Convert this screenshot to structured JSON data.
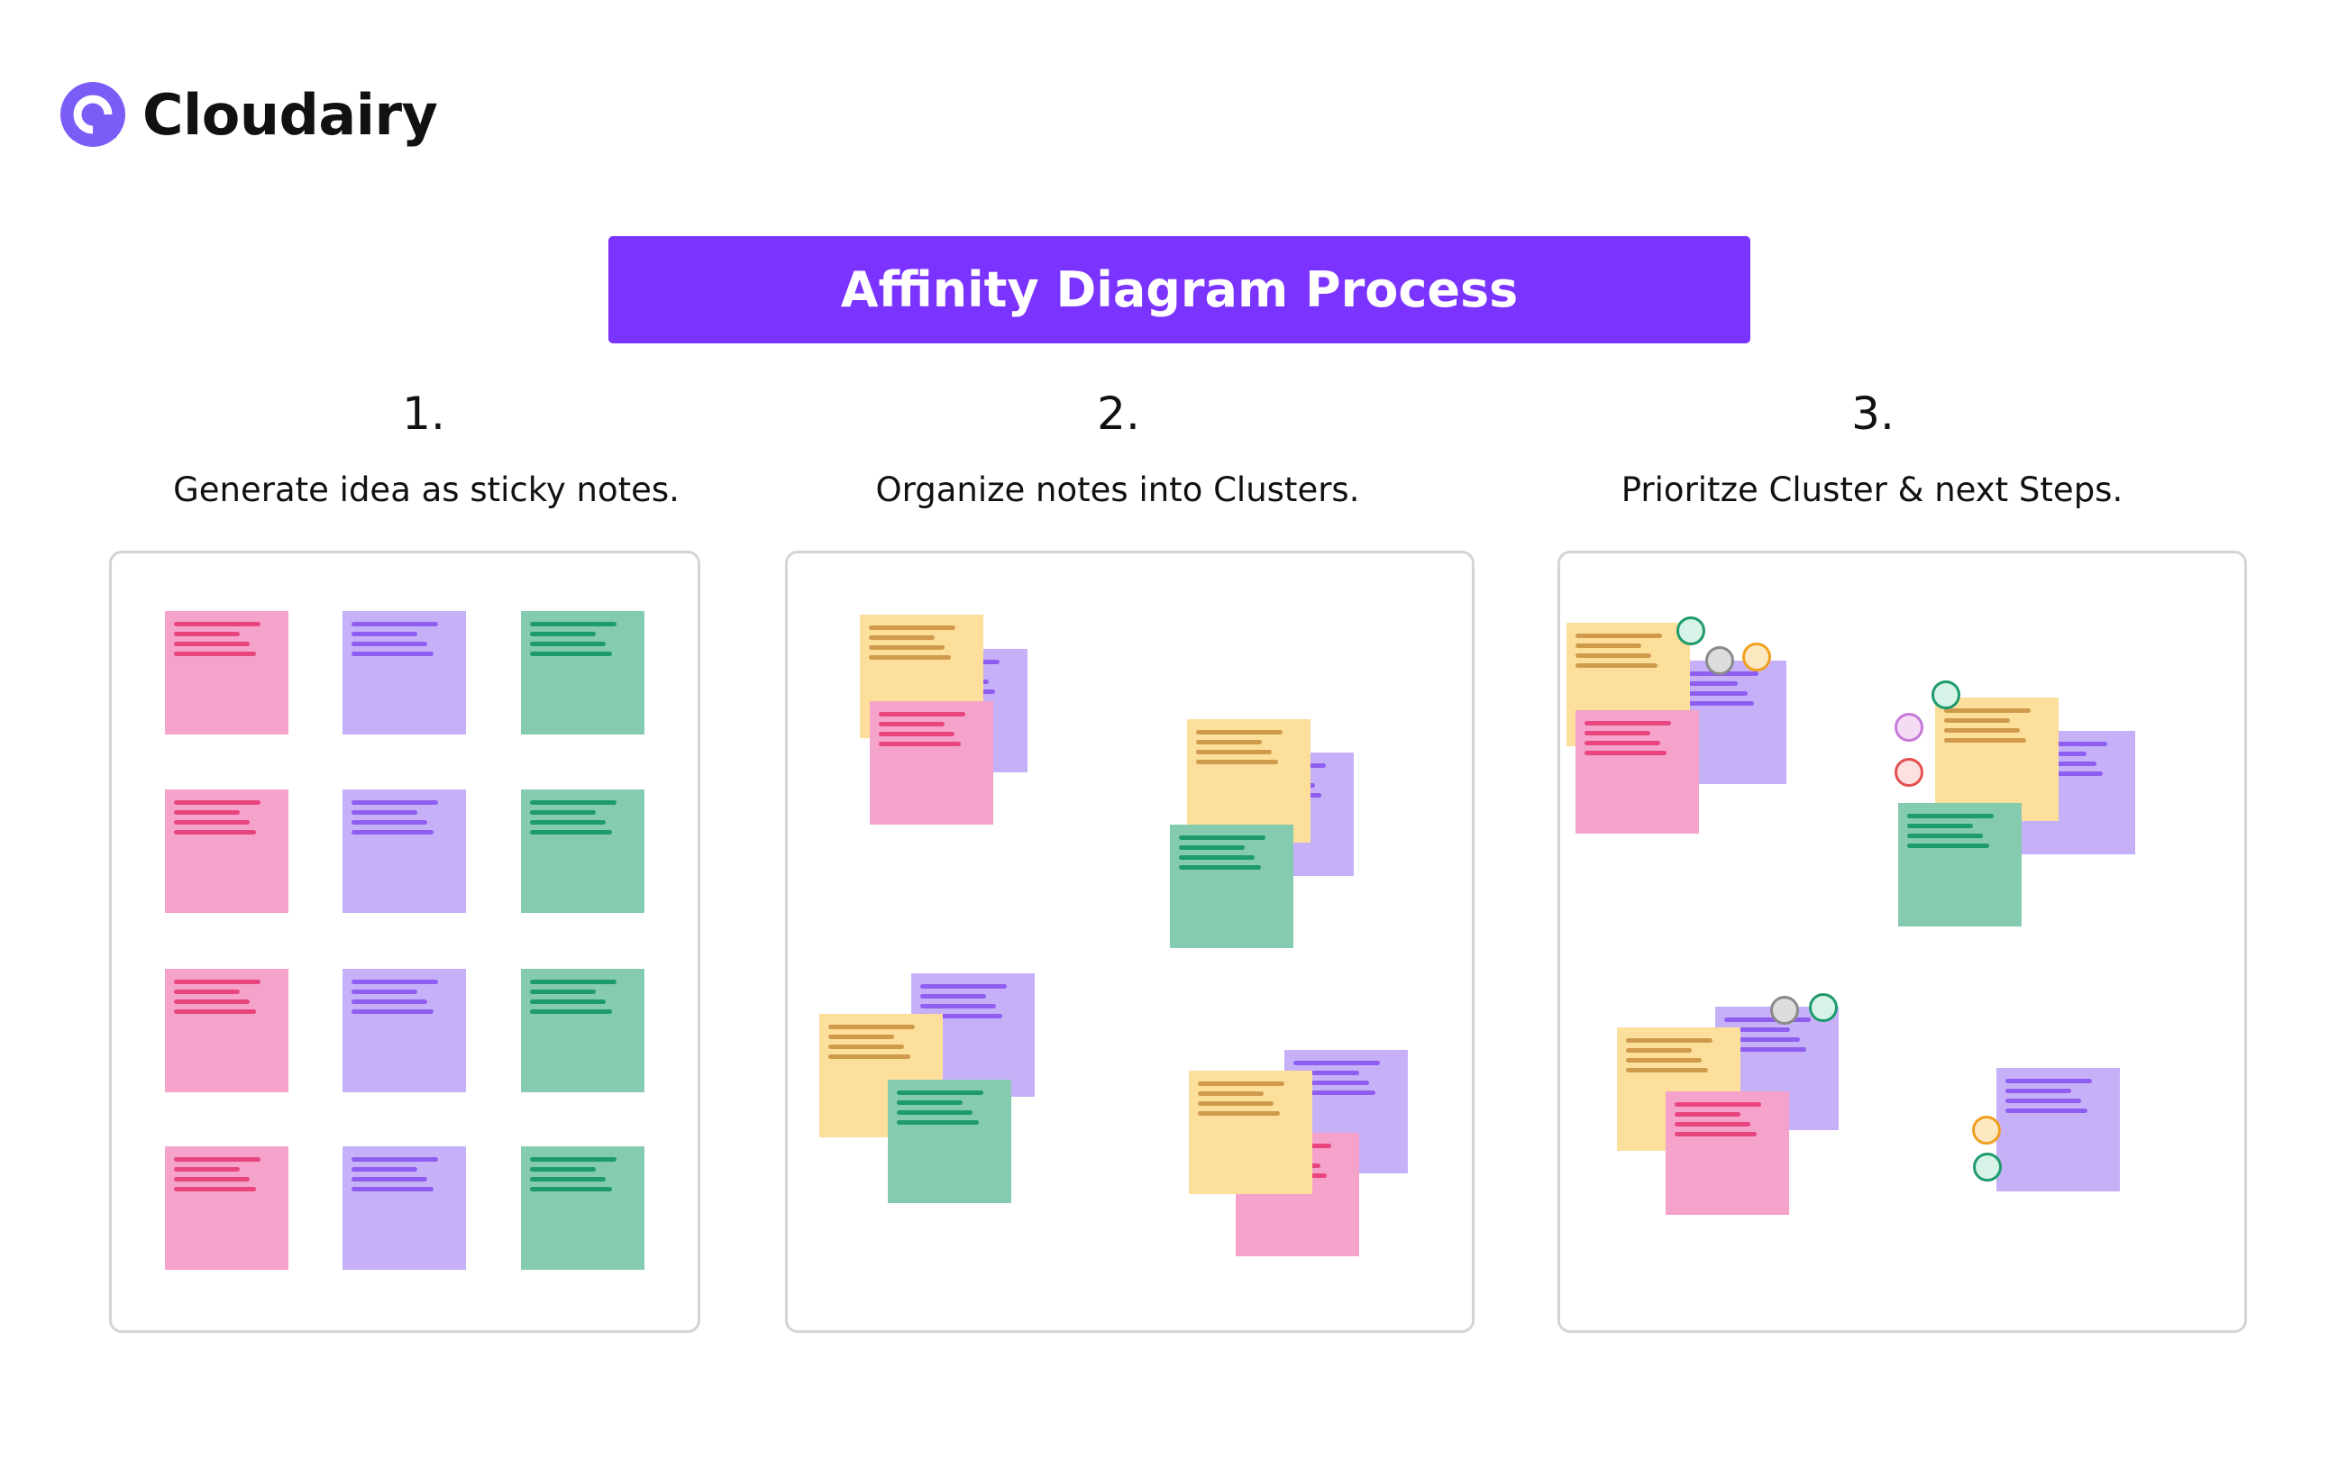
{
  "brand": {
    "name": "Cloudairy",
    "color": "#7b33ff"
  },
  "banner": {
    "title": "Affinity Diagram Process"
  },
  "steps": [
    {
      "number": "1.",
      "caption": "Generate idea as sticky notes."
    },
    {
      "number": "2.",
      "caption": "Organize notes into Clusters."
    },
    {
      "number": "3.",
      "caption": "Prioritze Cluster & next Steps."
    }
  ],
  "colors": {
    "pink_note": "#f5a3cb",
    "purple_note": "#c6b1f8",
    "green_note": "#84cbb0",
    "yellow_note": "#fddf9c",
    "panel_border": "#d4d4d4"
  },
  "icons": {
    "logo": "cloudairy-logo-icon",
    "note": "sticky-note",
    "vote": "vote-dot"
  }
}
